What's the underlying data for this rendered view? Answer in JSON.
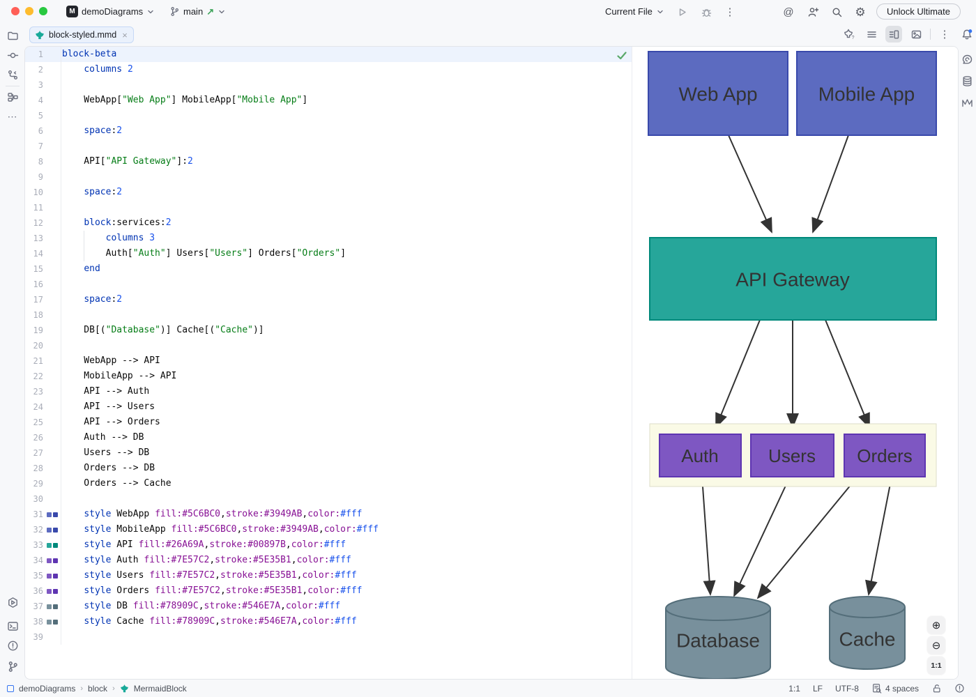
{
  "titlebar": {
    "project": "demoDiagrams",
    "branch": "main",
    "run_config": "Current File",
    "unlock_label": "Unlock Ultimate"
  },
  "icons": {
    "more": "⋯",
    "kebab": "⋮",
    "gear": "⚙",
    "ai_assistant": "@",
    "push_arrow": "↗",
    "close": "×",
    "zoom_in": "⊕",
    "zoom_out": "⊖"
  },
  "tab": {
    "name": "block-styled.mmd"
  },
  "editor": {
    "lines": [
      {
        "n": 1,
        "current": true,
        "tokens": [
          [
            "k",
            "block-beta"
          ]
        ]
      },
      {
        "n": 2,
        "tokens": [
          [
            "t",
            "    "
          ],
          [
            "k",
            "columns"
          ],
          [
            "t",
            " "
          ],
          [
            "n",
            "2"
          ]
        ]
      },
      {
        "n": 3,
        "tokens": []
      },
      {
        "n": 4,
        "tokens": [
          [
            "t",
            "    WebApp["
          ],
          [
            "s",
            "\"Web App\""
          ],
          [
            "t",
            "] MobileApp["
          ],
          [
            "s",
            "\"Mobile App\""
          ],
          [
            "t",
            "]"
          ]
        ]
      },
      {
        "n": 5,
        "tokens": []
      },
      {
        "n": 6,
        "tokens": [
          [
            "t",
            "    "
          ],
          [
            "k",
            "space"
          ],
          [
            "t",
            ":"
          ],
          [
            "n",
            "2"
          ]
        ]
      },
      {
        "n": 7,
        "tokens": []
      },
      {
        "n": 8,
        "tokens": [
          [
            "t",
            "    API["
          ],
          [
            "s",
            "\"API Gateway\""
          ],
          [
            "t",
            "]:"
          ],
          [
            "n",
            "2"
          ]
        ]
      },
      {
        "n": 9,
        "tokens": []
      },
      {
        "n": 10,
        "tokens": [
          [
            "t",
            "    "
          ],
          [
            "k",
            "space"
          ],
          [
            "t",
            ":"
          ],
          [
            "n",
            "2"
          ]
        ]
      },
      {
        "n": 11,
        "tokens": []
      },
      {
        "n": 12,
        "tokens": [
          [
            "t",
            "    "
          ],
          [
            "k",
            "block"
          ],
          [
            "t",
            ":services:"
          ],
          [
            "n",
            "2"
          ]
        ]
      },
      {
        "n": 13,
        "tokens": [
          [
            "t",
            "        "
          ],
          [
            "k",
            "columns"
          ],
          [
            "t",
            " "
          ],
          [
            "n",
            "3"
          ]
        ]
      },
      {
        "n": 14,
        "tokens": [
          [
            "t",
            "        Auth["
          ],
          [
            "s",
            "\"Auth\""
          ],
          [
            "t",
            "] Users["
          ],
          [
            "s",
            "\"Users\""
          ],
          [
            "t",
            "] Orders["
          ],
          [
            "s",
            "\"Orders\""
          ],
          [
            "t",
            "]"
          ]
        ]
      },
      {
        "n": 15,
        "tokens": [
          [
            "t",
            "    "
          ],
          [
            "k",
            "end"
          ]
        ]
      },
      {
        "n": 16,
        "tokens": []
      },
      {
        "n": 17,
        "tokens": [
          [
            "t",
            "    "
          ],
          [
            "k",
            "space"
          ],
          [
            "t",
            ":"
          ],
          [
            "n",
            "2"
          ]
        ]
      },
      {
        "n": 18,
        "tokens": []
      },
      {
        "n": 19,
        "tokens": [
          [
            "t",
            "    DB[("
          ],
          [
            "s",
            "\"Database\""
          ],
          [
            "t",
            ")] Cache[("
          ],
          [
            "s",
            "\"Cache\""
          ],
          [
            "t",
            ")]"
          ]
        ]
      },
      {
        "n": 20,
        "tokens": []
      },
      {
        "n": 21,
        "tokens": [
          [
            "t",
            "    WebApp --> API"
          ]
        ]
      },
      {
        "n": 22,
        "tokens": [
          [
            "t",
            "    MobileApp --> API"
          ]
        ]
      },
      {
        "n": 23,
        "tokens": [
          [
            "t",
            "    API --> Auth"
          ]
        ]
      },
      {
        "n": 24,
        "tokens": [
          [
            "t",
            "    API --> Users"
          ]
        ]
      },
      {
        "n": 25,
        "tokens": [
          [
            "t",
            "    API --> Orders"
          ]
        ]
      },
      {
        "n": 26,
        "tokens": [
          [
            "t",
            "    Auth --> DB"
          ]
        ]
      },
      {
        "n": 27,
        "tokens": [
          [
            "t",
            "    Users --> DB"
          ]
        ]
      },
      {
        "n": 28,
        "tokens": [
          [
            "t",
            "    Orders --> DB"
          ]
        ]
      },
      {
        "n": 29,
        "tokens": [
          [
            "t",
            "    Orders --> Cache"
          ]
        ]
      },
      {
        "n": 30,
        "tokens": []
      },
      {
        "n": 31,
        "chips": [
          "#5C6BC0",
          "#3949AB"
        ],
        "tokens": [
          [
            "t",
            "    "
          ],
          [
            "k",
            "style"
          ],
          [
            "t",
            " WebApp "
          ],
          [
            "p",
            "fill:#5C6BC0"
          ],
          [
            "t",
            ","
          ],
          [
            "p",
            "stroke:#3949AB"
          ],
          [
            "t",
            ","
          ],
          [
            "p",
            "color:"
          ],
          [
            "v",
            "#fff"
          ]
        ]
      },
      {
        "n": 32,
        "chips": [
          "#5C6BC0",
          "#3949AB"
        ],
        "tokens": [
          [
            "t",
            "    "
          ],
          [
            "k",
            "style"
          ],
          [
            "t",
            " MobileApp "
          ],
          [
            "p",
            "fill:#5C6BC0"
          ],
          [
            "t",
            ","
          ],
          [
            "p",
            "stroke:#3949AB"
          ],
          [
            "t",
            ","
          ],
          [
            "p",
            "color:"
          ],
          [
            "v",
            "#fff"
          ]
        ]
      },
      {
        "n": 33,
        "chips": [
          "#26A69A",
          "#00897B"
        ],
        "tokens": [
          [
            "t",
            "    "
          ],
          [
            "k",
            "style"
          ],
          [
            "t",
            " API "
          ],
          [
            "p",
            "fill:#26A69A"
          ],
          [
            "t",
            ","
          ],
          [
            "p",
            "stroke:#00897B"
          ],
          [
            "t",
            ","
          ],
          [
            "p",
            "color:"
          ],
          [
            "v",
            "#fff"
          ]
        ]
      },
      {
        "n": 34,
        "chips": [
          "#7E57C2",
          "#5E35B1"
        ],
        "tokens": [
          [
            "t",
            "    "
          ],
          [
            "k",
            "style"
          ],
          [
            "t",
            " Auth "
          ],
          [
            "p",
            "fill:#7E57C2"
          ],
          [
            "t",
            ","
          ],
          [
            "p",
            "stroke:#5E35B1"
          ],
          [
            "t",
            ","
          ],
          [
            "p",
            "color:"
          ],
          [
            "v",
            "#fff"
          ]
        ]
      },
      {
        "n": 35,
        "chips": [
          "#7E57C2",
          "#5E35B1"
        ],
        "tokens": [
          [
            "t",
            "    "
          ],
          [
            "k",
            "style"
          ],
          [
            "t",
            " Users "
          ],
          [
            "p",
            "fill:#7E57C2"
          ],
          [
            "t",
            ","
          ],
          [
            "p",
            "stroke:#5E35B1"
          ],
          [
            "t",
            ","
          ],
          [
            "p",
            "color:"
          ],
          [
            "v",
            "#fff"
          ]
        ]
      },
      {
        "n": 36,
        "chips": [
          "#7E57C2",
          "#5E35B1"
        ],
        "tokens": [
          [
            "t",
            "    "
          ],
          [
            "k",
            "style"
          ],
          [
            "t",
            " Orders "
          ],
          [
            "p",
            "fill:#7E57C2"
          ],
          [
            "t",
            ","
          ],
          [
            "p",
            "stroke:#5E35B1"
          ],
          [
            "t",
            ","
          ],
          [
            "p",
            "color:"
          ],
          [
            "v",
            "#fff"
          ]
        ]
      },
      {
        "n": 37,
        "chips": [
          "#78909C",
          "#546E7A"
        ],
        "tokens": [
          [
            "t",
            "    "
          ],
          [
            "k",
            "style"
          ],
          [
            "t",
            " DB "
          ],
          [
            "p",
            "fill:#78909C"
          ],
          [
            "t",
            ","
          ],
          [
            "p",
            "stroke:#546E7A"
          ],
          [
            "t",
            ","
          ],
          [
            "p",
            "color:"
          ],
          [
            "v",
            "#fff"
          ]
        ]
      },
      {
        "n": 38,
        "chips": [
          "#78909C",
          "#546E7A"
        ],
        "tokens": [
          [
            "t",
            "    "
          ],
          [
            "k",
            "style"
          ],
          [
            "t",
            " Cache "
          ],
          [
            "p",
            "fill:#78909C"
          ],
          [
            "t",
            ","
          ],
          [
            "p",
            "stroke:#546E7A"
          ],
          [
            "t",
            ","
          ],
          [
            "p",
            "color:"
          ],
          [
            "v",
            "#fff"
          ]
        ]
      },
      {
        "n": 39,
        "tokens": []
      }
    ]
  },
  "diagram": {
    "nodes": {
      "webapp": {
        "label": "Web App",
        "fill": "#5C6BC0",
        "stroke": "#3949AB"
      },
      "mobileapp": {
        "label": "Mobile App",
        "fill": "#5C6BC0",
        "stroke": "#3949AB"
      },
      "api": {
        "label": "API Gateway",
        "fill": "#26A69A",
        "stroke": "#00897B"
      },
      "auth": {
        "label": "Auth",
        "fill": "#7E57C2",
        "stroke": "#5E35B1"
      },
      "users": {
        "label": "Users",
        "fill": "#7E57C2",
        "stroke": "#5E35B1"
      },
      "orders": {
        "label": "Orders",
        "fill": "#7E57C2",
        "stroke": "#5E35B1"
      },
      "db": {
        "label": "Database",
        "fill": "#78909C",
        "stroke": "#546E7A"
      },
      "cache": {
        "label": "Cache",
        "fill": "#78909C",
        "stroke": "#546E7A"
      },
      "services_container": {
        "fill": "#FAFAE6",
        "stroke": "#DEDEC8"
      }
    },
    "edges": [
      "WebApp --> API",
      "MobileApp --> API",
      "API --> Auth",
      "API --> Users",
      "API --> Orders",
      "Auth --> DB",
      "Users --> DB",
      "Orders --> DB",
      "Orders --> Cache"
    ],
    "zoom": {
      "reset_label": "1:1"
    }
  },
  "status": {
    "breadcrumbs": [
      "demoDiagrams",
      "block",
      "MermaidBlock"
    ],
    "caret": "1:1",
    "line_ending": "LF",
    "encoding": "UTF-8",
    "indent": "4 spaces"
  }
}
